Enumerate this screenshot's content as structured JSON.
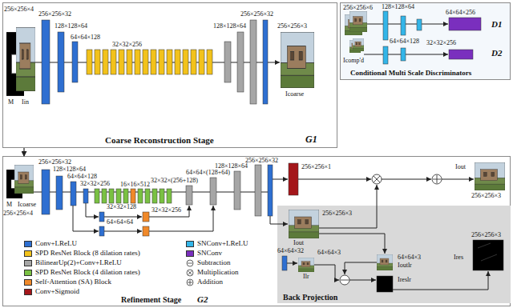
{
  "diagram": {
    "nodes": [
      {
        "text": [
          "Coarse Reconstruction Stage",
          "G1"
        ]
      },
      {
        "text": [
          "D1",
          "D2",
          "Conditional Multi Scale Discriminators"
        ]
      },
      {
        "text": [
          "Refinement Stage",
          "G2"
        ]
      },
      {
        "text": [
          "Back Projection"
        ],
        "in": 2
      }
    ],
    "edges": [
      {
        "from": 0,
        "to": 2,
        "arrow": "to"
      }
    ],
    "labels": [
      "256×256×4",
      "M",
      "Iin",
      "256×256×32",
      "128×128×64",
      "64×64×128",
      "32×32×256",
      "128×128×64",
      "256×256×32",
      "256×256×3",
      "Icoarse",
      "256×256×6",
      "Icomp'd",
      "128×128×64",
      "64×64×256",
      "64×64×128",
      "32×32×256",
      "M",
      "Icoarse",
      "256×256×4",
      "256×256×32",
      "128×128×64",
      "64×64×128",
      "32×32×256",
      "16×16×512",
      "32×32×128",
      "64×64×64",
      "32×32×256",
      "32×32×(256+128)",
      "64×64×(128+64)",
      "128×128×64",
      "256×256×32",
      "256×256×1",
      "Iout",
      "256×256×3",
      "256×256×3",
      "Iout",
      "64×64×32",
      "64×64×3",
      "Ilr",
      "64×64×3",
      "Ioutlr",
      "Ireslr",
      "256×256×3",
      "Ires"
    ],
    "legend": [
      {
        "text": "Conv+LReLU",
        "color": "#2e6fd1"
      },
      {
        "text": "SPD ResNet Block (8 dilation rates)",
        "color": "#f2c21b"
      },
      {
        "text": "BilinearUp(2)+Conv+LReLU",
        "color": "#a6a6a6"
      },
      {
        "text": "SPD ResNet Block (4 dilation rates)",
        "color": "#7ac143"
      },
      {
        "text": "Self-Attention (SA) Block",
        "color": "#f0892a"
      },
      {
        "text": "Conv+Sigmoid",
        "color": "#a4161a"
      },
      {
        "text": "SNConv+LReLU",
        "color": "#33b5e8"
      },
      {
        "text": "SNConv",
        "color": "#7a2fbe"
      },
      {
        "text": "Subtraction"
      },
      {
        "text": "Multiplication"
      },
      {
        "text": "Addition"
      }
    ]
  }
}
